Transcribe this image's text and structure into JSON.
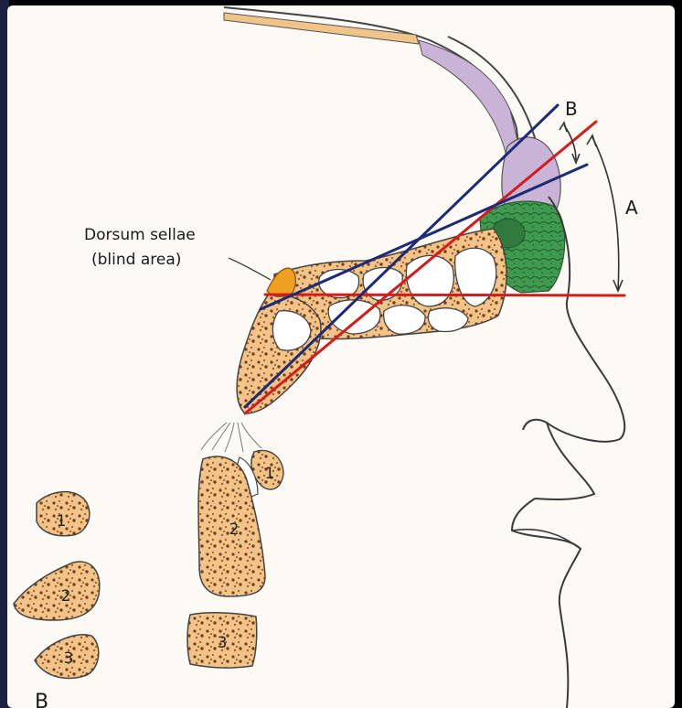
{
  "labels": {
    "dorsum_line1": "Dorsum sellae",
    "dorsum_line2": "(blind area)",
    "angle_a": "A",
    "angle_b": "B",
    "panel_b": "B"
  },
  "vertebrae_left": [
    "1",
    "2",
    "3"
  ],
  "vertebrae_spine": [
    "1",
    "2",
    "3"
  ],
  "colors": {
    "background": "#000000",
    "paper": "#fbfaf5",
    "outline": "#333333",
    "bone": "#f1c48a",
    "bone_spots": "#7a3e1a",
    "sinus_fill": "#ffffff",
    "frontal_sinus": "#c9b4d8",
    "orbit": "#3f9a4f",
    "dorsum_sellae": "#f0a020",
    "line_blue": "#1c2a78",
    "line_red": "#d41c1c"
  }
}
